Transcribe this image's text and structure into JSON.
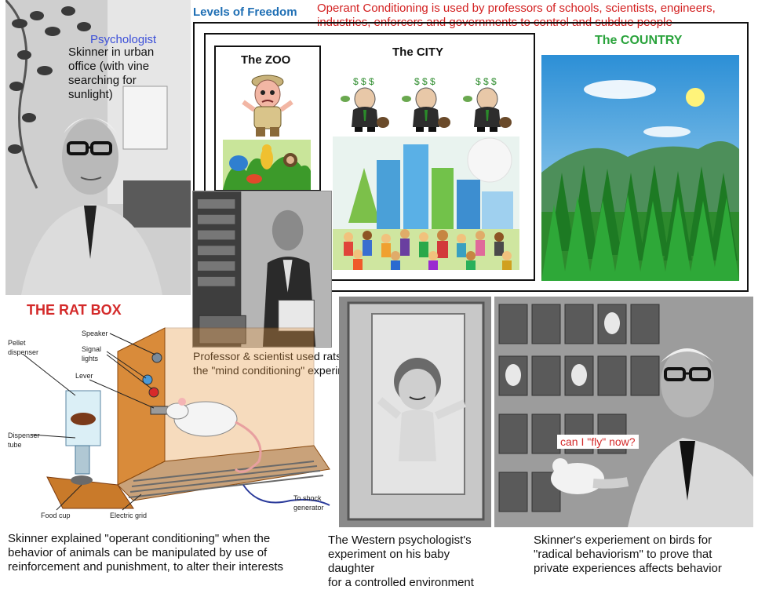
{
  "levels": {
    "title": "Levels of Freedom",
    "headline_line1": "Operant Conditioning is used by professors of schools, scientists, engineers,",
    "headline_line2": "industries, enforcers and governments to control and subdue people",
    "zoo_label": "The ZOO",
    "city_label": "The CITY",
    "country_label": "The COUNTRY"
  },
  "skinner_office": {
    "psychologist_label": "Psychologist",
    "caption_lines": [
      "Skinner in urban",
      "office (with vine",
      "searching for",
      "sunlight)"
    ]
  },
  "lab": {
    "caption_line1": "Professor & scientist used rats for",
    "caption_line2": "the \"mind conditioning\" experiments"
  },
  "rat_box": {
    "title": "THE RAT BOX",
    "labels": {
      "speaker": "Speaker",
      "signal_lights": "Signal\nlights",
      "lever": "Lever",
      "pellet_dispenser": "Pellet\ndispenser",
      "dispenser_tube": "Dispenser\ntube",
      "food_cup": "Food cup",
      "electric_grid": "Electric grid",
      "to_shock_generator": "To shock\ngenerator"
    },
    "caption_lines": [
      "Skinner explained \"operant conditioning\" when the",
      "behavior of animals can be manipulated by use of",
      "reinforcement and punishment, to alter their interests"
    ]
  },
  "baby": {
    "caption_lines": [
      "The Western psychologist's",
      "experiment on his baby daughter",
      "for a controlled environment"
    ]
  },
  "birds": {
    "bubble": "can I \"fly\" now?",
    "caption_lines": [
      "Skinner's experiement on birds for",
      "\"radical behaviorism\" to prove that",
      "private experiences affects behavior"
    ]
  },
  "colors": {
    "title_blue": "#1f6fb4",
    "headline_red": "#d32020",
    "country_green": "#2aa33c",
    "psychologist_blue": "#3b4fd8",
    "rat_box_red": "#d42a2a"
  },
  "icons": [
    "money-bag-character-icon",
    "zookeeper-character-icon",
    "pine-tree-icon",
    "sun-icon"
  ]
}
